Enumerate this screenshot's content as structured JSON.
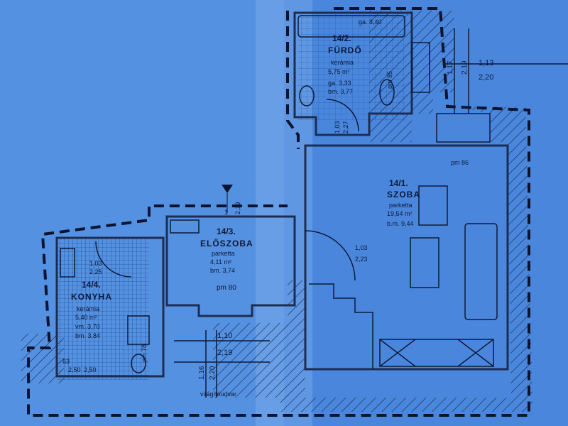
{
  "colors": {
    "paper": "#3f7fd8",
    "paper_light": "#7fb4f0",
    "wall": "#1c2d52",
    "hatch": "#0e1a38",
    "ink": "#0d1a3a"
  },
  "rooms": {
    "furdo": {
      "number": "14/2.",
      "name": "FÜRDŐ",
      "floor": "kerámia",
      "area": "5,75 m²",
      "ga": "ga. 3,33",
      "bm": "bm. 3,77",
      "pm": "pm 85",
      "top_ga": "ga. 3,40"
    },
    "szoba": {
      "number": "14/1.",
      "name": "SZOBA",
      "floor": "parketta",
      "area": "19,54 m²",
      "bm": "b.m. 9,44",
      "pm": "pm 86"
    },
    "eloszoba": {
      "number": "14/3.",
      "name": "ELŐSZOBA",
      "floor": "parketta",
      "area": "4,11 m²",
      "bm": "bm. 3,74",
      "pm": "pm 80"
    },
    "konyha": {
      "number": "14/4.",
      "name": "KONYHA",
      "floor": "kerámia",
      "area": "5,40 m²",
      "vm": "vm. 3,70",
      "bm": "bm. 3,84",
      "pm": "pm 78"
    }
  },
  "dimensions": {
    "top_right_1": "1,13",
    "top_right_2": "2,20",
    "top_right_v1": "1,17",
    "top_right_v2": "2,19",
    "mid_1": "1,10",
    "mid_2": "2,19",
    "mid_v1": "1,16",
    "mid_v2": "2,20",
    "door_1": "1,03",
    "door_2": "2,23",
    "kitchen_door_1": "1,03",
    "kitchen_door_2": "2,25",
    "bath_door_1": "1,03",
    "bath_door_2": "2,27",
    "kitchen_bottom_1": "63",
    "kitchen_bottom_2": "2,50",
    "kitchen_bottom_3": "2,50",
    "entry_1": "1",
    "entry_2": "2,19"
  },
  "courtyard": "világítóudvar"
}
